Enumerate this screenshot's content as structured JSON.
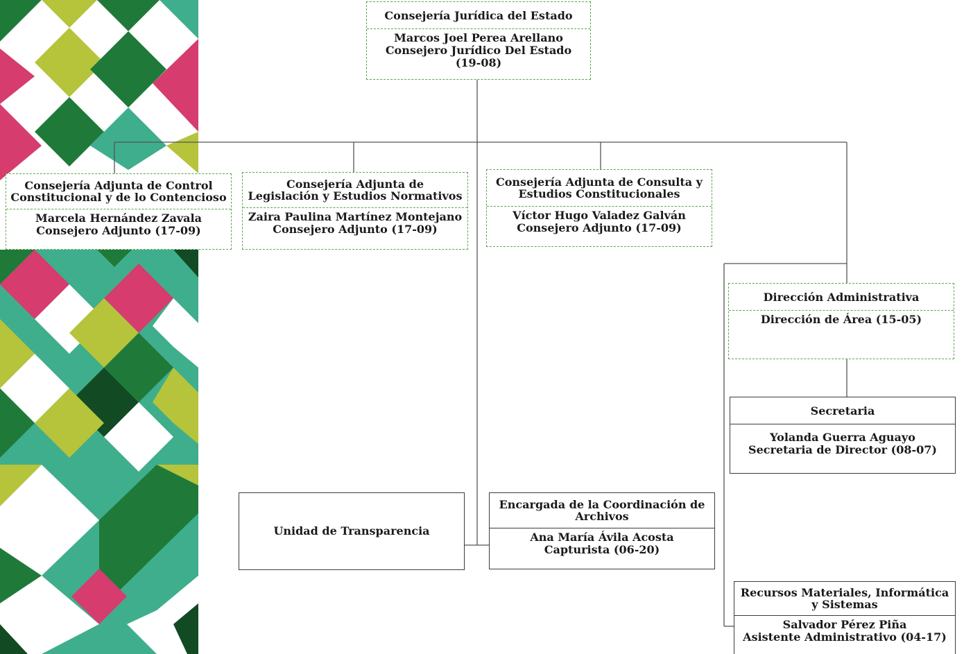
{
  "colors": {
    "dashed_border": "#5aa64e",
    "solid_border": "#3b3b3b",
    "connector": "#555555",
    "deco_pink": "#d63c6e",
    "deco_green": "#1f7a3a",
    "deco_lime": "#b5c43b",
    "deco_teal": "#3fae8c",
    "deco_dark": "#124a24"
  },
  "chart": {
    "root": {
      "title": "Consejería Jurídica del Estado",
      "body": [
        "Marcos Joel Perea Arellano",
        "Consejero Jurídico Del Estado",
        "(19-08)"
      ]
    },
    "control": {
      "title": [
        "Consejería Adjunta de Control",
        "Constitucional y de lo Contencioso"
      ],
      "body": [
        "Marcela Hernández Zavala",
        "Consejero Adjunto (17-09)"
      ]
    },
    "legislacion": {
      "title": [
        "Consejería Adjunta de",
        "Legislación y Estudios Normativos"
      ],
      "body": [
        "Zaira Paulina Martínez Montejano",
        "Consejero Adjunto (17-09)"
      ]
    },
    "consulta": {
      "title": [
        "Consejería Adjunta de Consulta y",
        "Estudios Constitucionales"
      ],
      "body": [
        "Víctor Hugo Valadez Galván",
        "Consejero Adjunto  (17-09)"
      ]
    },
    "direccion": {
      "title": "Dirección Administrativa",
      "body": [
        "Dirección de Área (15-05)"
      ]
    },
    "secretaria": {
      "title": "Secretaria",
      "body": [
        "Yolanda Guerra Aguayo",
        "Secretaria de Director (08-07)"
      ]
    },
    "transparencia": {
      "title": "Unidad de Transparencia"
    },
    "archivos": {
      "title": [
        "Encargada de la Coordinación de",
        "Archivos"
      ],
      "body": [
        "Ana María Ávila Acosta",
        "Capturista (06-20)"
      ]
    },
    "recursos": {
      "title": [
        "Recursos Materiales, Informática",
        "y Sistemas"
      ],
      "body": [
        "Salvador Pérez Piña",
        "Asistente Administrativo (04-17)"
      ]
    }
  }
}
